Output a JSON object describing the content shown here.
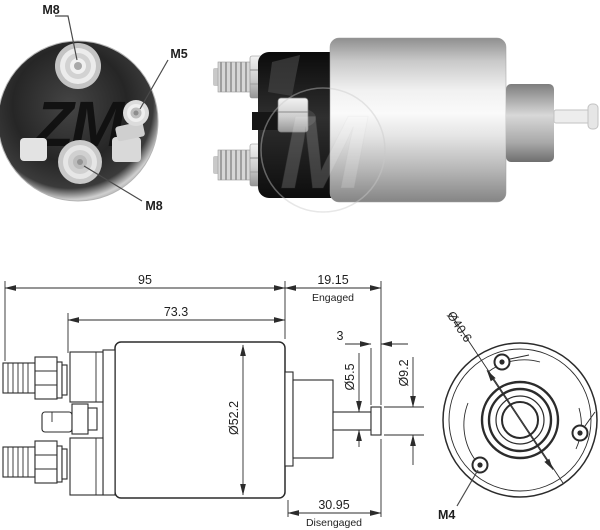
{
  "part_views": {
    "rear_photo": {
      "label_top_bolt": "M8",
      "label_side_bolt": "M5",
      "label_bottom_bolt": "M8",
      "watermark": "ZM"
    },
    "side_photo": {
      "watermark": "M"
    },
    "side_drawing": {
      "dim_overall_length": "95",
      "dim_front_length": "73.3",
      "dim_engaged": "19.15",
      "engaged_label": "Engaged",
      "dim_tip_thickness": "3",
      "dim_rod_diameter": "Ø5.5",
      "dim_tip_diameter": "Ø9.2",
      "dim_body_diameter": "Ø52.2",
      "dim_disengaged": "30.95",
      "disengaged_label": "Disengaged"
    },
    "front_drawing": {
      "dim_bolt_circle": "Ø40.6",
      "label_screw": "M4"
    }
  },
  "colors": {
    "line": "#2b2b2b",
    "metal_light": "#f2f2f2",
    "metal_mid": "#bdbdbd",
    "metal_dark": "#808080",
    "cap_black": "#141414",
    "background": "#ffffff"
  }
}
